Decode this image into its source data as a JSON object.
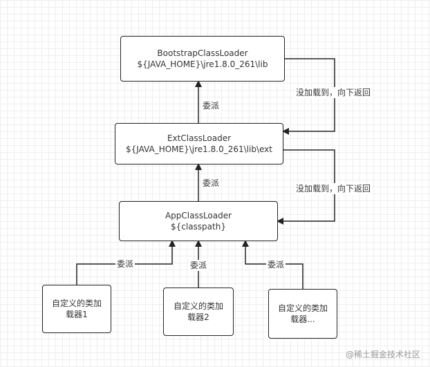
{
  "nodes": {
    "bootstrap": {
      "title": "BootstrapClassLoader",
      "path": "${JAVA_HOME}\\jre1.8.0_261\\lib"
    },
    "ext": {
      "title": "ExtClassLoader",
      "path": "${JAVA_HOME}\\jre1.8.0_261\\lib\\ext"
    },
    "app": {
      "title": "AppClassLoader",
      "path": "${classpath}"
    },
    "custom1": {
      "line1": "自定义的类加",
      "line2": "载器1"
    },
    "custom2": {
      "line1": "自定义的类加",
      "line2": "载器2"
    },
    "custom3": {
      "line1": "自定义的类加",
      "line2": "载器..."
    }
  },
  "labels": {
    "delegate": "委派",
    "fallback": "没加载到，向下返回"
  },
  "watermark": "@稀土掘金技术社区"
}
